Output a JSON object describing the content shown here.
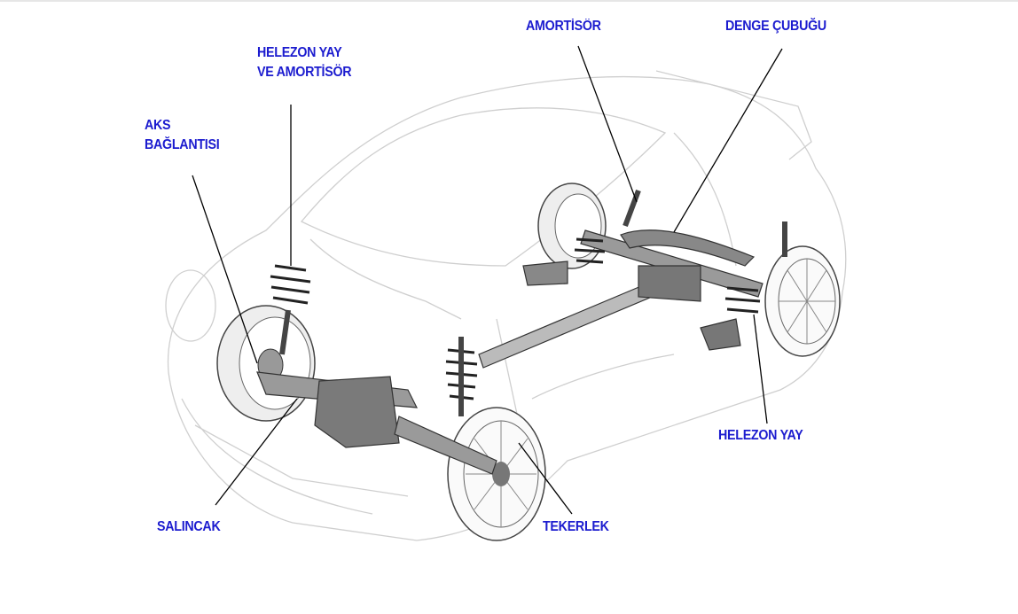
{
  "labels": {
    "coil_spring_and_shock": [
      "HELEZON YAY",
      "VE AMORTİSÖR"
    ],
    "axle_joint": [
      "AKS",
      "BAĞLANTISI"
    ],
    "shock_absorber": "AMORTİSÖR",
    "stabilizer_bar": "DENGE ÇUBUĞU",
    "coil_spring": "HELEZON YAY",
    "control_arm": "SALINCAK",
    "wheel": "TEKERLEK"
  },
  "colors": {
    "label": "#1c1ccf",
    "outline": "#c8c8c8",
    "part": "#555555"
  }
}
